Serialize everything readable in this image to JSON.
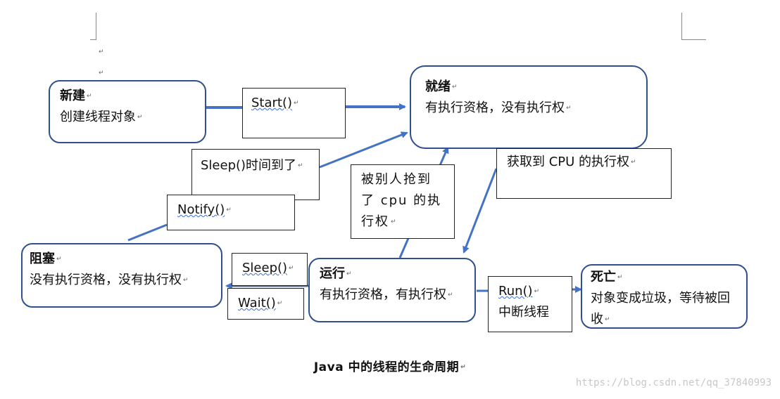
{
  "states": {
    "new": {
      "title": "新建",
      "desc": "创建线程对象"
    },
    "ready": {
      "title": "就绪",
      "desc": "有执行资格，没有执行权"
    },
    "running": {
      "title": "运行",
      "desc": "有执行资格，有执行权"
    },
    "blocked": {
      "title": "阻塞",
      "desc": "没有执行资格，没有执行权"
    },
    "dead": {
      "title": "死亡",
      "desc": "对象变成垃圾，等待被回收"
    }
  },
  "transitions": {
    "start": "Start()",
    "sleep_timeout": "Sleep()时间到了",
    "notify": "Notify()",
    "preempted": "被别人抢到了 cpu 的执行权",
    "get_cpu": "获取到 CPU 的执行权",
    "sleep": "Sleep()",
    "wait": "Wait()",
    "run_method": "Run()",
    "run_interrupt": "中断线程"
  },
  "caption": "Java 中的线程的生命周期",
  "watermark": "https://blog.csdn.net/qq_37840993",
  "colors": {
    "border": "#2f4f8f",
    "arrow": "#4472c4"
  }
}
